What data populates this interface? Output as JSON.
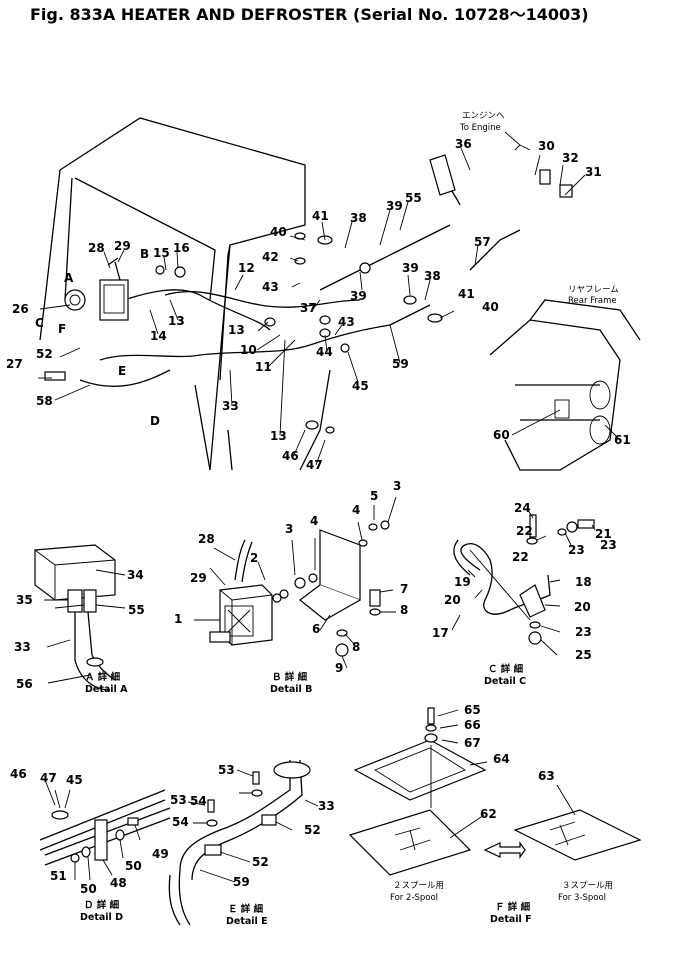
{
  "title": "Fig. 833A HEATER AND DEFROSTER (Serial No. 10728～14003)",
  "annotations": {
    "engine_jp": "エンジンへ",
    "engine_en": "To Engine",
    "rear_frame_jp": "リヤフレーム",
    "rear_frame_en": "Rear Frame",
    "spool2_jp": "２スプール用",
    "spool2_en": "For 2-Spool",
    "spool3_jp": "３スプール用",
    "spool3_en": "For 3-Spool"
  },
  "details": {
    "a": {
      "label_jp": "Ａ 詳 細",
      "label_en": "Detail A"
    },
    "b": {
      "label_jp": "Ｂ 詳 細",
      "label_en": "Detail B"
    },
    "c": {
      "label_jp": "Ｃ 詳 細",
      "label_en": "Detail C"
    },
    "d": {
      "label_jp": "Ｄ 詳 細",
      "label_en": "Detail D"
    },
    "e": {
      "label_jp": "Ｅ 詳 細",
      "label_en": "Detail E"
    },
    "f": {
      "label_jp": "Ｆ 詳 細",
      "label_en": "Detail F"
    }
  },
  "view_letters": {
    "a": "A",
    "b": "B",
    "c": "C",
    "d": "D",
    "e": "E",
    "f": "F"
  },
  "callouts": [
    "36",
    "30",
    "32",
    "31",
    "41",
    "38",
    "39",
    "55",
    "40",
    "29",
    "16",
    "28",
    "15",
    "42",
    "43",
    "12",
    "57",
    "39",
    "38",
    "26",
    "14",
    "13",
    "37",
    "39",
    "41",
    "40",
    "13",
    "43",
    "10",
    "44",
    "11",
    "45",
    "59",
    "27",
    "52",
    "58",
    "33",
    "60",
    "61",
    "13",
    "46",
    "47",
    "5",
    "3",
    "24",
    "21",
    "4",
    "4",
    "22",
    "23",
    "28",
    "3",
    "22",
    "23",
    "2",
    "34",
    "29",
    "7",
    "19",
    "18",
    "35",
    "55",
    "1",
    "8",
    "20",
    "20",
    "6",
    "33",
    "8",
    "17",
    "23",
    "9",
    "25",
    "56",
    "65",
    "66",
    "67",
    "64",
    "46",
    "47",
    "45",
    "53",
    "54",
    "33",
    "63",
    "53",
    "52",
    "62",
    "54",
    "49",
    "50",
    "52",
    "51",
    "50",
    "48",
    "59"
  ]
}
